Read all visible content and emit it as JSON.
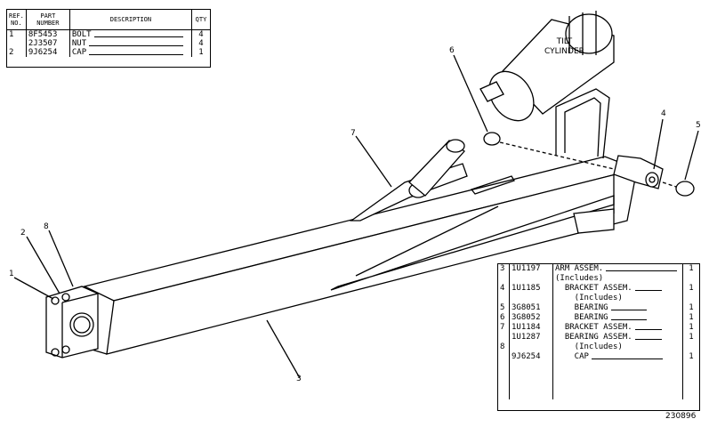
{
  "parts_table_top": {
    "headers": {
      "ref": "REF.\nNO.",
      "part": "PART\nNUMBER",
      "desc": "DESCRIPTION",
      "qty": "QTY"
    },
    "rows": [
      {
        "ref": "1",
        "part": "8F5453",
        "desc": "BOLT",
        "qty": "4"
      },
      {
        "ref": "",
        "part": "2J3507",
        "desc": "NUT",
        "qty": "4"
      },
      {
        "ref": "2",
        "part": "9J6254",
        "desc": "CAP",
        "qty": "1"
      }
    ]
  },
  "parts_table_bottom": {
    "rows": [
      {
        "ref": "3",
        "part": "1U1197",
        "desc": "ARM ASSEM.",
        "qty": "1"
      },
      {
        "ref": "",
        "part": "",
        "desc": "(Includes)",
        "qty": ""
      },
      {
        "ref": "4",
        "part": "1U1185",
        "desc": "  BRACKET ASSEM.",
        "qty": "1"
      },
      {
        "ref": "",
        "part": "",
        "desc": "    (Includes)",
        "qty": ""
      },
      {
        "ref": "5",
        "part": "3G8051",
        "desc": "    BEARING",
        "qty": "1"
      },
      {
        "ref": "6",
        "part": "3G8052",
        "desc": "    BEARING",
        "qty": "1"
      },
      {
        "ref": "7",
        "part": "1U1184",
        "desc": "  BRACKET ASSEM.",
        "qty": "1"
      },
      {
        "ref": "",
        "part": "1U1287",
        "desc": "  BEARING ASSEM.",
        "qty": "1"
      },
      {
        "ref": "8",
        "part": "",
        "desc": "    (Includes)",
        "qty": ""
      },
      {
        "ref": "",
        "part": "9J6254",
        "desc": "    CAP",
        "qty": "1"
      }
    ]
  },
  "callouts": [
    "1",
    "2",
    "8",
    "7",
    "6",
    "4",
    "5",
    "3"
  ],
  "tilt_cylinder_label": "TILT\nCYLINDER",
  "figure_number": "230896"
}
